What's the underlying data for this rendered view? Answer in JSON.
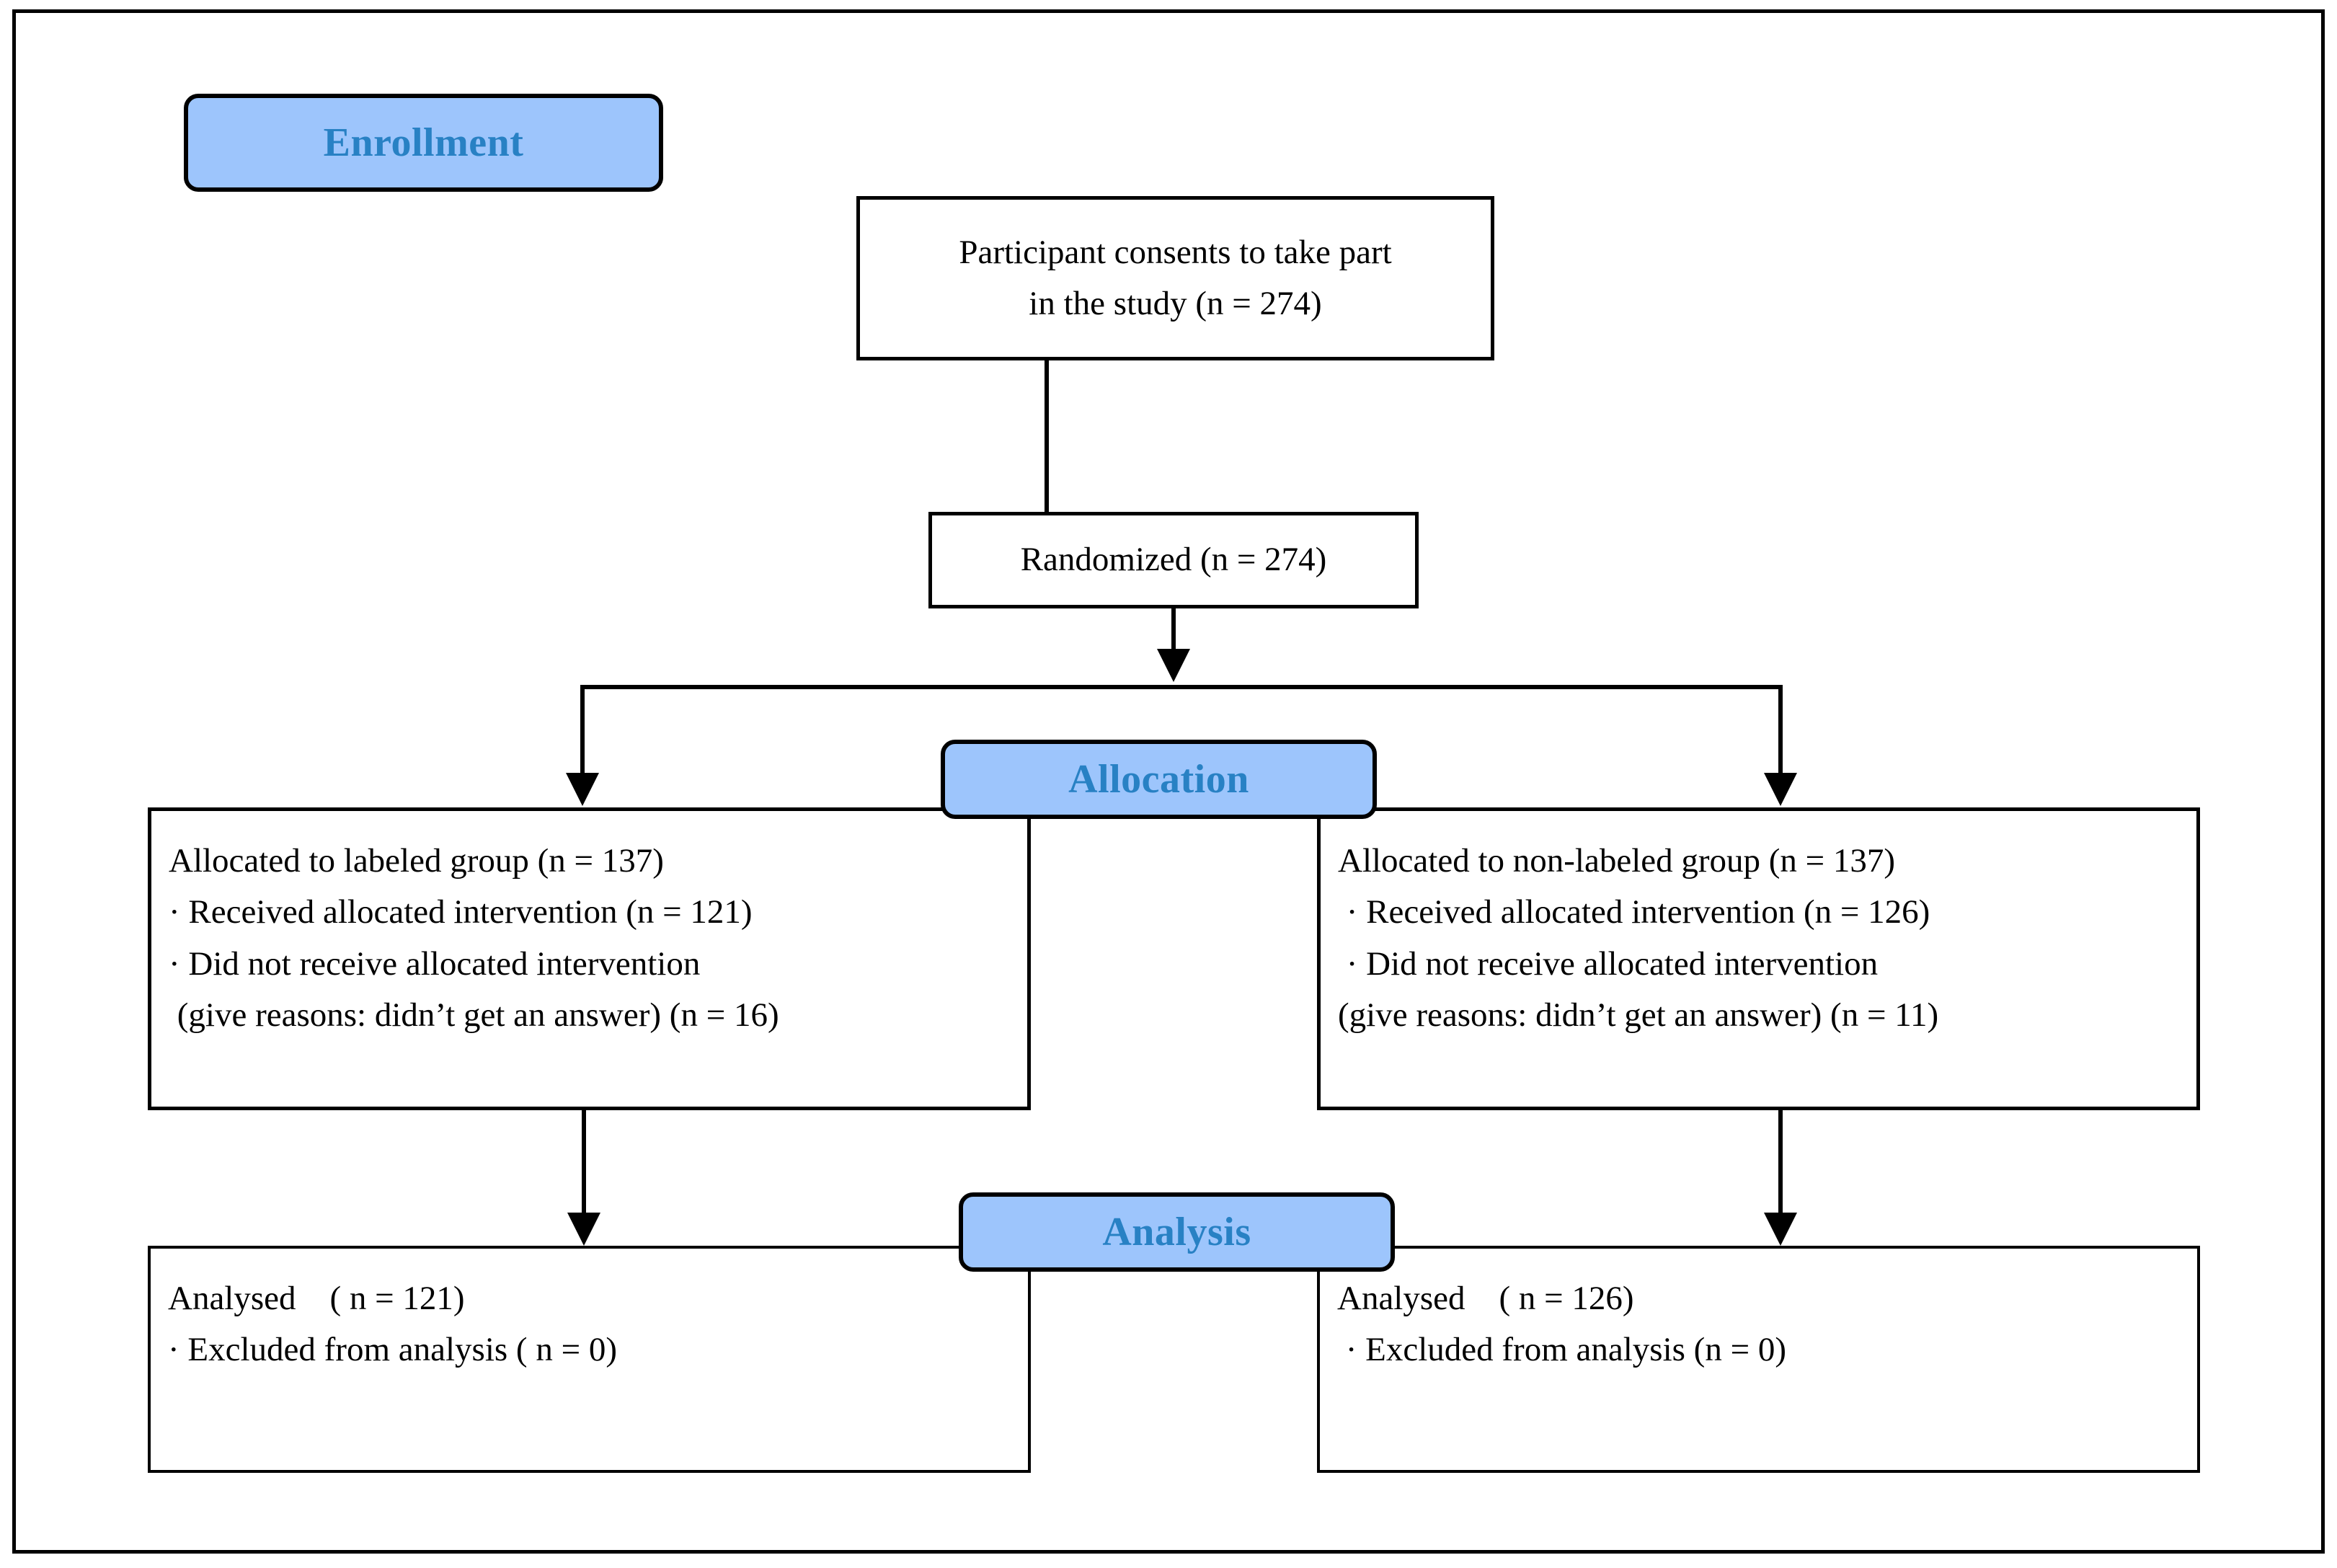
{
  "diagram": {
    "title": "CONSORT participant flow diagram",
    "colors": {
      "badge_fill": "#9DC5FC",
      "badge_text": "#2881C4",
      "stroke": "#000000",
      "background": "#ffffff"
    },
    "stages": [
      {
        "id": "enrollment",
        "label": "Enrollment"
      },
      {
        "id": "allocation",
        "label": "Allocation"
      },
      {
        "id": "analysis",
        "label": "Analysis"
      }
    ],
    "nodes": {
      "consent": {
        "line1": "Participant consents to take part",
        "line2": "in the study (n = 274)"
      },
      "randomized": {
        "line1": "Randomized (n = 274)"
      },
      "allocated_left": {
        "line1": "Allocated to labeled group (n = 137)",
        "line2": "· Received allocated intervention (n = 121)",
        "line3": "· Did not receive allocated intervention",
        "line4": " (give reasons: didn’t get an answer) (n = 16)"
      },
      "allocated_right": {
        "line1": "Allocated to non-labeled group (n = 137)",
        "line2": " · Received allocated intervention (n = 126)",
        "line3": " · Did not receive allocated intervention",
        "line4": "(give reasons: didn’t get an answer) (n = 11)"
      },
      "analysed_left": {
        "line1": "Analysed    ( n = 121)",
        "line2": "· Excluded from analysis ( n = 0)"
      },
      "analysed_right": {
        "line1": "Analysed    ( n = 126)",
        "line2": " · Excluded from analysis (n = 0)"
      }
    },
    "flow_data": {
      "type": "flowchart",
      "enrolled": 274,
      "randomized": 274,
      "arms": [
        {
          "name": "labeled group",
          "allocated": 137,
          "received_intervention": 121,
          "did_not_receive": 16,
          "did_not_receive_reason": "didn’t get an answer",
          "analysed": 121,
          "excluded_from_analysis": 0
        },
        {
          "name": "non-labeled group",
          "allocated": 137,
          "received_intervention": 126,
          "did_not_receive": 11,
          "did_not_receive_reason": "didn’t get an answer",
          "analysed": 126,
          "excluded_from_analysis": 0
        }
      ]
    }
  }
}
